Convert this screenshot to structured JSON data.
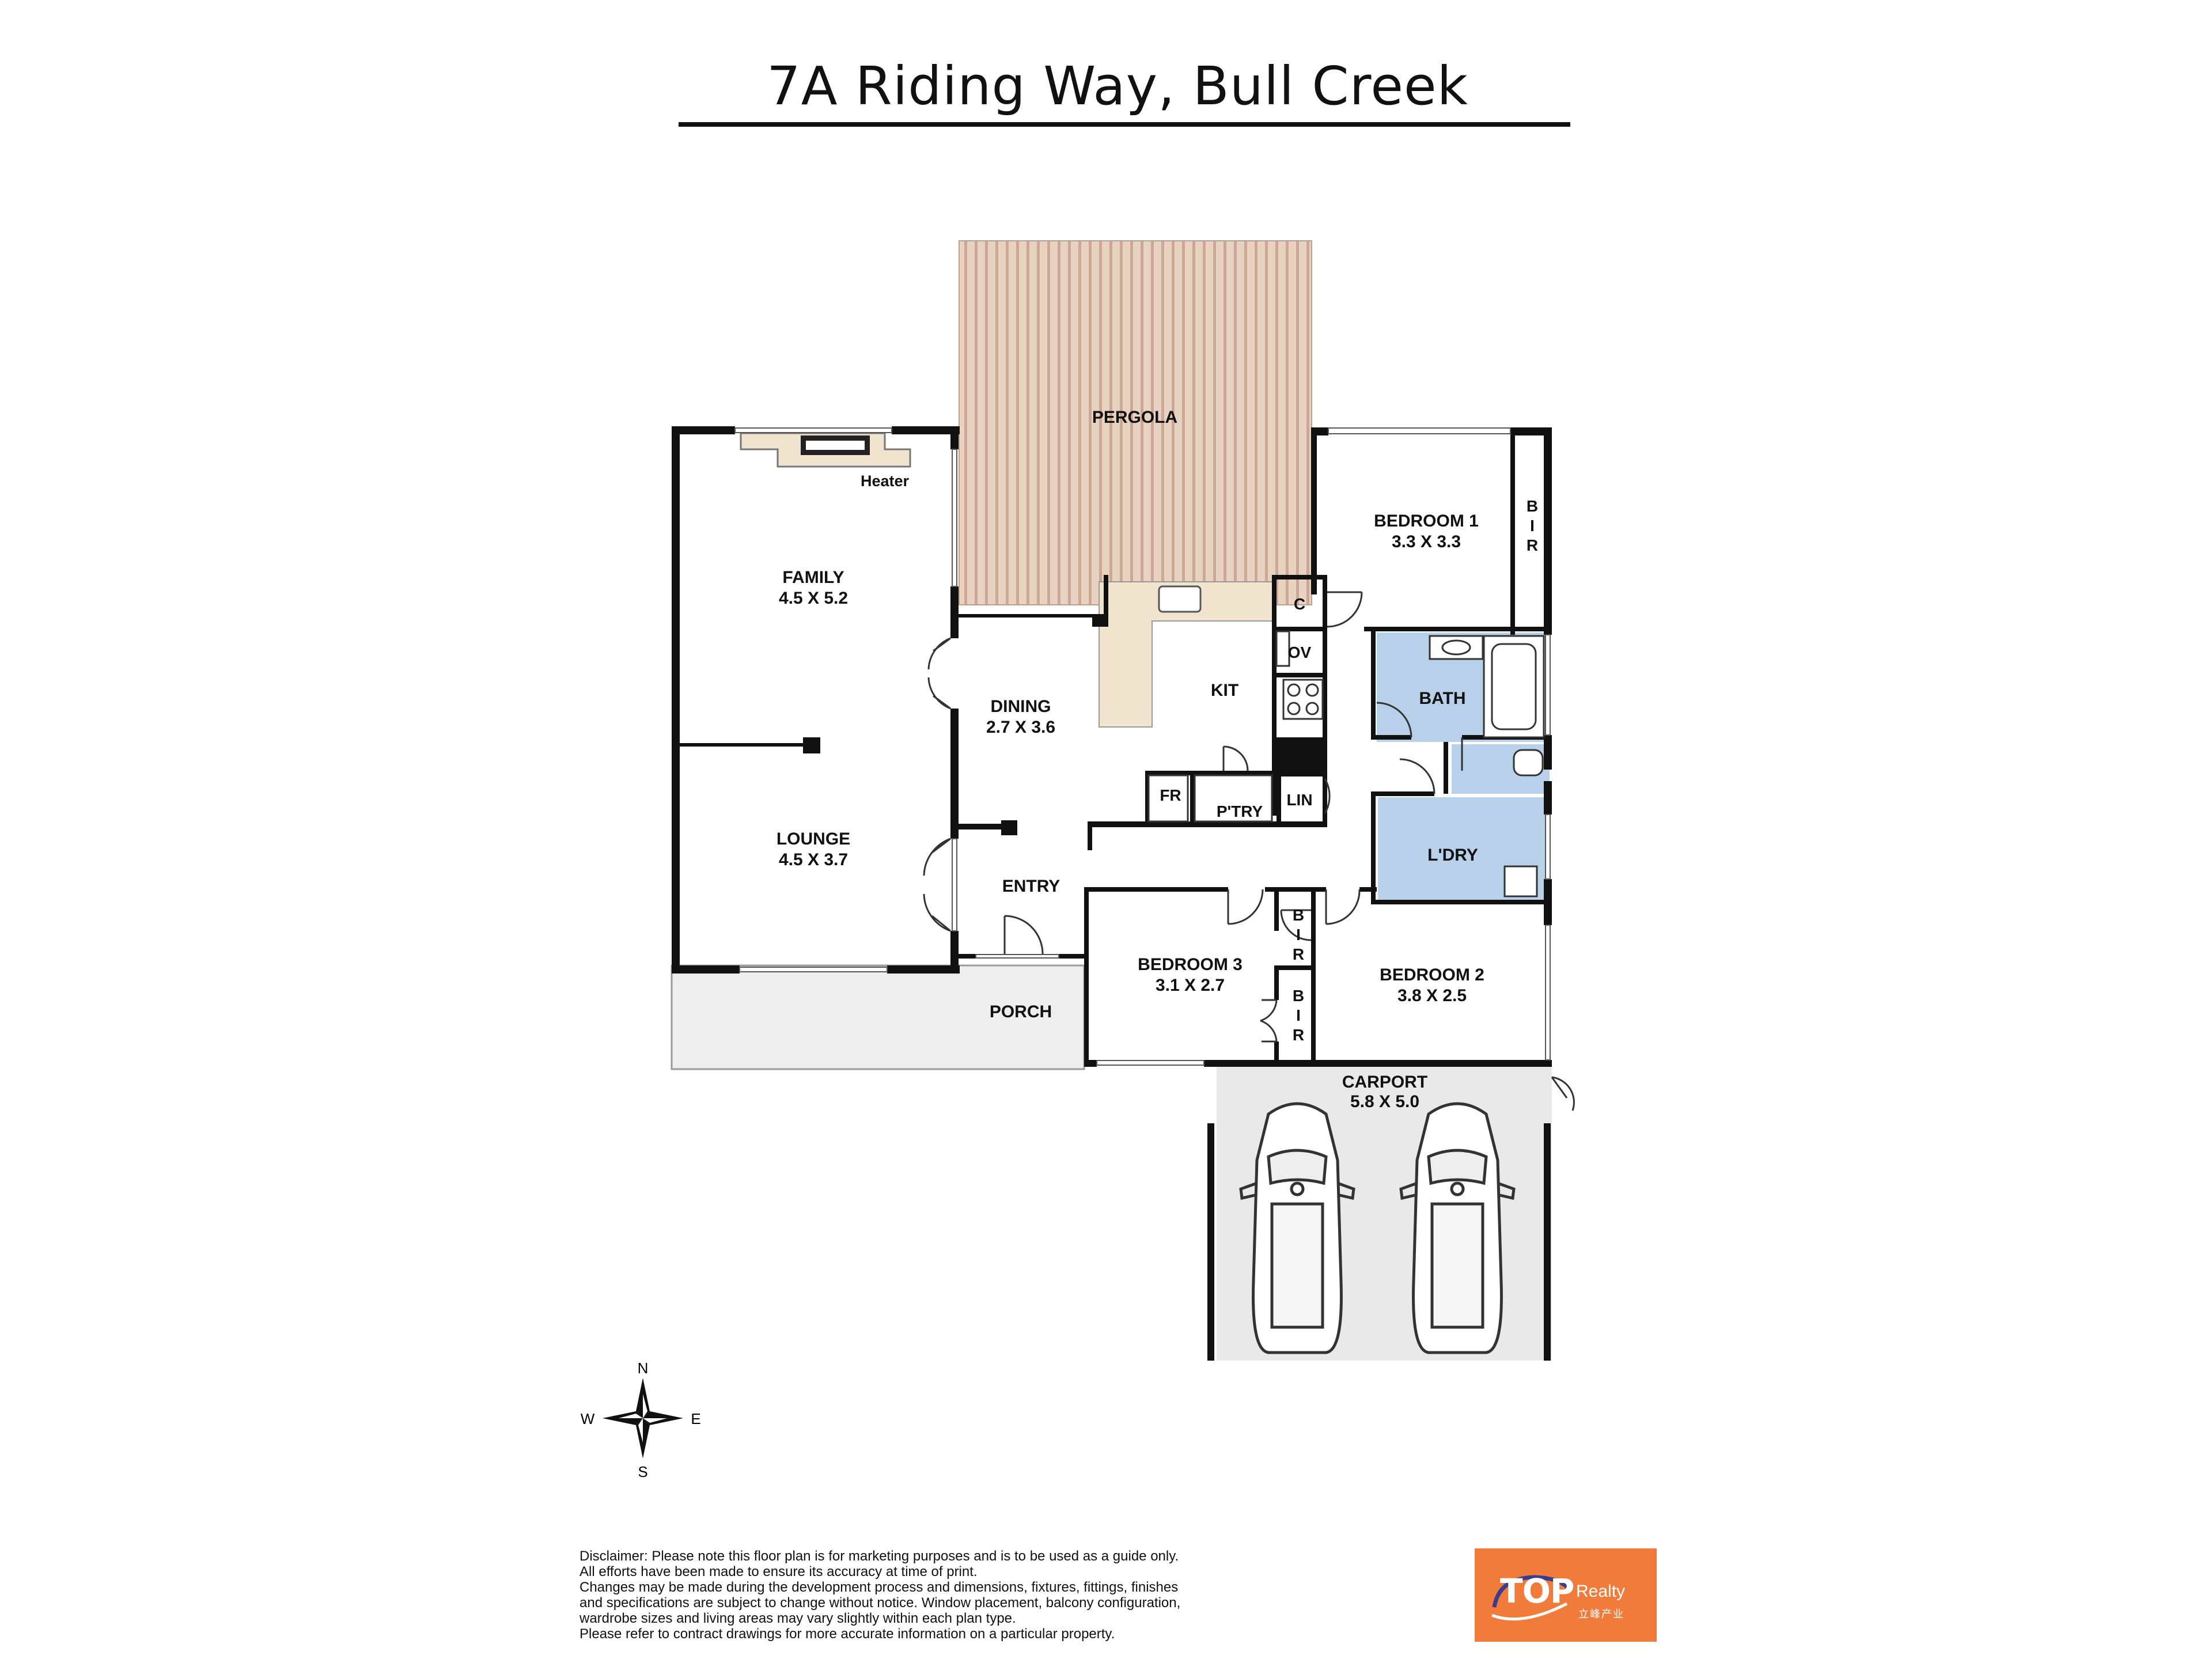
{
  "title": "7A Riding Way, Bull Creek",
  "rooms": {
    "pergola": {
      "name": "PERGOLA"
    },
    "heater": {
      "name": "Heater"
    },
    "family": {
      "name": "FAMILY",
      "size": "4.5 X 5.2"
    },
    "lounge": {
      "name": "LOUNGE",
      "size": "4.5 X 3.7"
    },
    "dining": {
      "name": "DINING",
      "size": "2.7 X 3.6"
    },
    "kit": {
      "name": "KIT"
    },
    "entry": {
      "name": "ENTRY"
    },
    "porch": {
      "name": "PORCH"
    },
    "fr": {
      "name": "FR"
    },
    "ptry": {
      "name": "P'TRY"
    },
    "lin": {
      "name": "LIN"
    },
    "c": {
      "name": "C"
    },
    "ov": {
      "name": "OV"
    },
    "bedroom1": {
      "name": "BEDROOM 1",
      "size": "3.3 X 3.3"
    },
    "bir1": {
      "name": "BIR",
      "letters": [
        "B",
        "I",
        "R"
      ]
    },
    "bath": {
      "name": "BATH"
    },
    "ldry": {
      "name": "L'DRY"
    },
    "bedroom3": {
      "name": "BEDROOM 3",
      "size": "3.1 X 2.7"
    },
    "bir2": {
      "name": "BIR",
      "letters": [
        "B",
        "I",
        "R"
      ]
    },
    "bir3": {
      "name": "BIR",
      "letters": [
        "B",
        "I",
        "R"
      ]
    },
    "bedroom2": {
      "name": "BEDROOM 2",
      "size": "3.8 X 2.5"
    },
    "carport": {
      "name": "CARPORT",
      "size": "5.8 X 5.0"
    }
  },
  "compass": {
    "n": "N",
    "s": "S",
    "e": "E",
    "w": "W"
  },
  "disclaimer": [
    "Disclaimer: Please note this floor plan is for marketing purposes and is to be used as a guide only.",
    "All efforts have been made to ensure its accuracy at time of print.",
    "Changes may be made during the development process and dimensions, fixtures, fittings, finishes",
    "and specifications are subject to change without notice. Window placement, balcony configuration,",
    "wardrobe sizes and living areas may vary slightly within each plan type.",
    "Please refer to contract drawings for more accurate information on a particular property."
  ],
  "logo": {
    "brand": "TOP",
    "sub": "Realty",
    "cn": "立峰产业"
  },
  "colors": {
    "wall": "#111111",
    "wet_area": "#b9d0ea",
    "pergola": "#e8d2c2",
    "pergola_line": "#c9a995",
    "bench": "#f1e4cf",
    "porch": "#eeeeee",
    "carport": "#e9e9e9",
    "logo": "#f07b3a"
  }
}
